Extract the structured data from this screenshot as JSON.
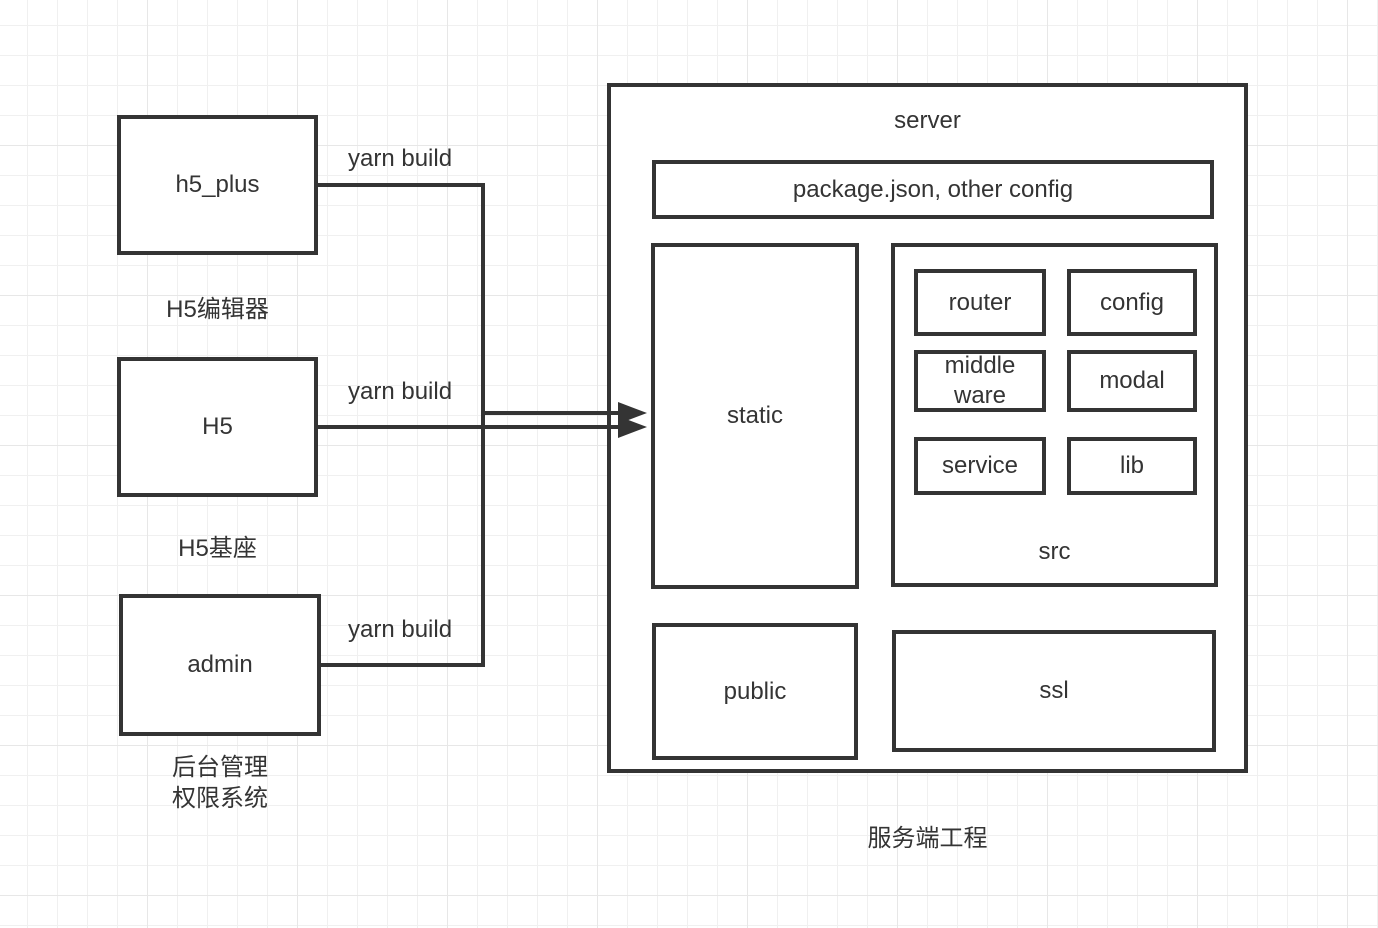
{
  "nodes": {
    "h5_plus": {
      "label": "h5_plus",
      "caption": "H5编辑器"
    },
    "h5": {
      "label": "H5",
      "caption": "H5基座"
    },
    "admin": {
      "label": "admin",
      "caption_line1": "后台管理",
      "caption_line2": "权限系统"
    }
  },
  "edge_labels": {
    "h5_plus": "yarn build",
    "h5": "yarn build",
    "admin": "yarn build"
  },
  "server": {
    "title": "server",
    "caption": "服务端工程",
    "boxes": {
      "config_file": "package.json, other config",
      "static": "static",
      "public": "public",
      "ssl": "ssl"
    },
    "src": {
      "label": "src",
      "items": [
        "router",
        "config",
        "middle ware",
        "modal",
        "service",
        "lib"
      ]
    }
  },
  "colors": {
    "line": "#343434",
    "grid_minor": "#f0f0f0",
    "grid_major": "#e7e7e7",
    "background": "#ffffff"
  }
}
